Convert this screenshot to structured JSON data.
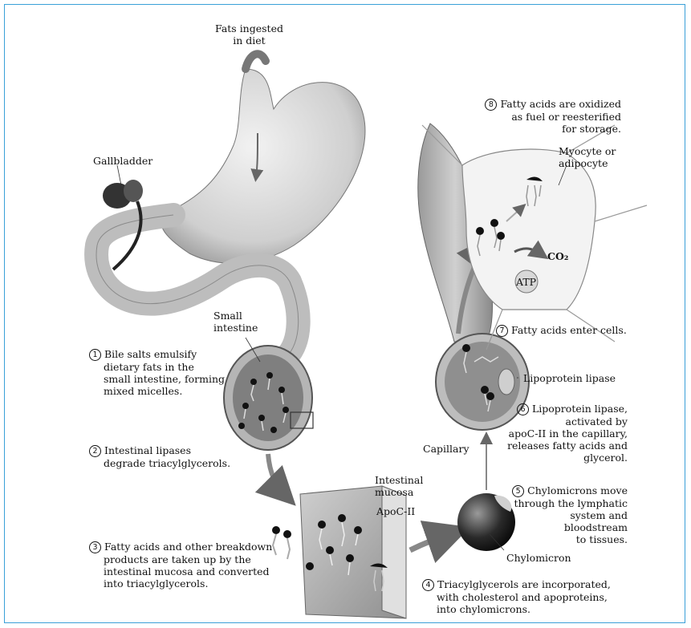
{
  "labels": {
    "fats_ingested": [
      "Fats ingested",
      "in diet"
    ],
    "gallbladder": "Gallbladder",
    "small_intestine": [
      "Small",
      "intestine"
    ],
    "intestinal_mucosa": [
      "Intestinal",
      "mucosa"
    ],
    "apoc2": "ApoC-II",
    "chylomicron": "Chylomicron",
    "capillary": "Capillary",
    "lipoprotein_lipase": "Lipoprotein lipase",
    "myocyte": [
      "Myocyte or",
      "adipocyte"
    ],
    "co2": "CO₂",
    "atp": "ATP"
  },
  "steps": [
    {
      "num": "1",
      "lines": [
        "Bile salts emulsify",
        "dietary fats in the",
        "small intestine, forming",
        "mixed micelles."
      ]
    },
    {
      "num": "2",
      "lines": [
        "Intestinal lipases",
        "degrade triacylglycerols."
      ]
    },
    {
      "num": "3",
      "lines": [
        "Fatty acids and other breakdown",
        "products are taken up by the",
        "intestinal mucosa and converted",
        "into triacylglycerols."
      ]
    },
    {
      "num": "4",
      "lines": [
        "Triacylglycerols are incorporated,",
        "with cholesterol and apoproteins,",
        "into chylomicrons."
      ]
    },
    {
      "num": "5",
      "lines": [
        "Chylomicrons move",
        "through the lymphatic",
        "system and",
        "bloodstream",
        "to tissues."
      ]
    },
    {
      "num": "6",
      "lines": [
        "Lipoprotein lipase,",
        "activated by",
        "apoC-II in the capillary,",
        "releases fatty acids and",
        "glycerol."
      ]
    },
    {
      "num": "7",
      "lines": [
        "Fatty acids enter cells."
      ]
    },
    {
      "num": "8",
      "lines": [
        "Fatty acids are oxidized",
        "as fuel or reesterified",
        "for storage."
      ]
    }
  ],
  "colors": {
    "frame": "#3aa0d8",
    "tissue": "#d9d9d9",
    "capillary": "#b8b8b8",
    "dark": "#222222"
  }
}
